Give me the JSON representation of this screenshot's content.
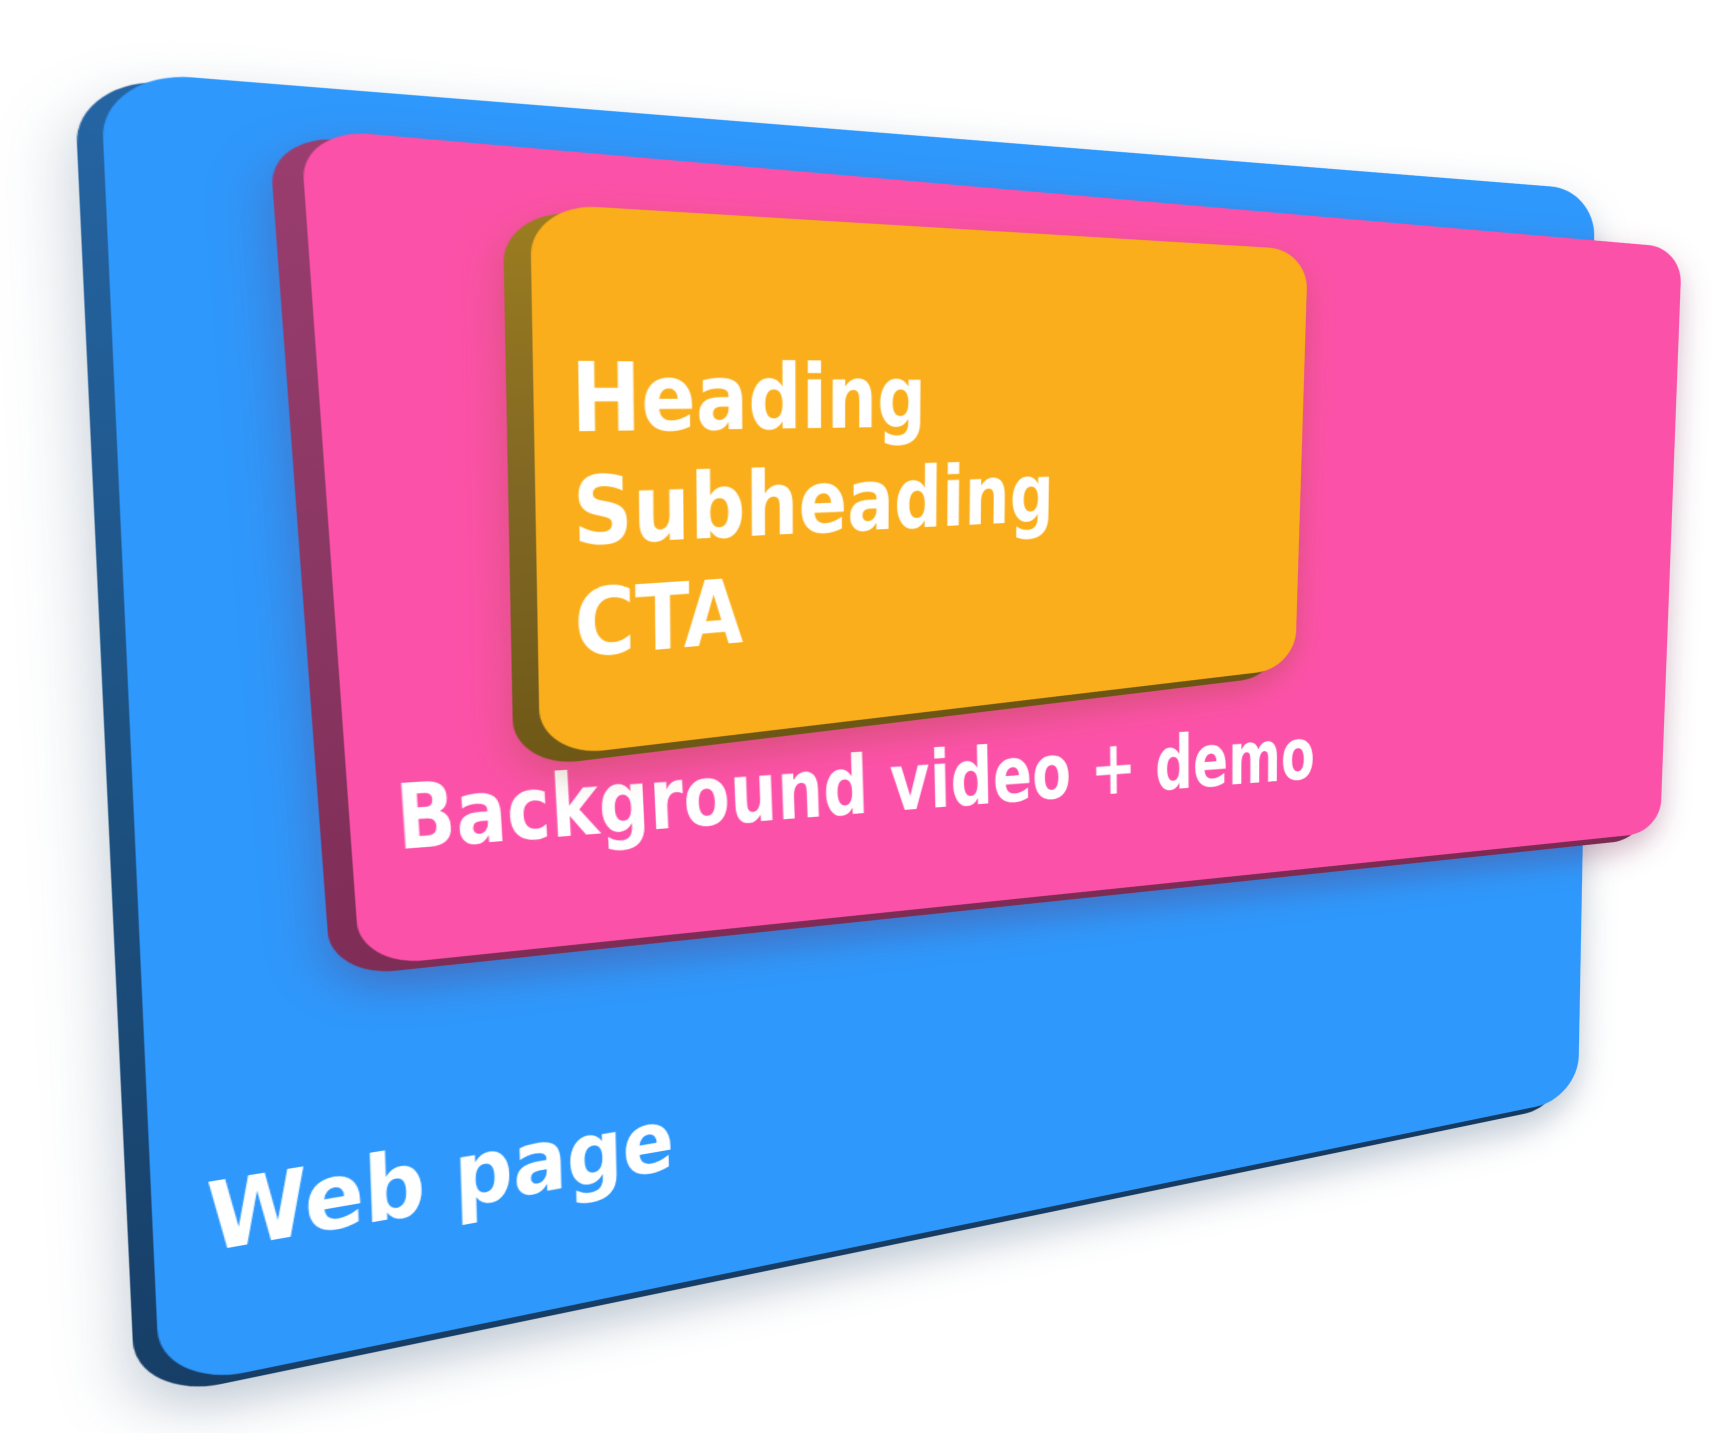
{
  "illustration": {
    "description": "3D stacked-layers diagram of a web page hero section",
    "background_color": "#FFFFFF",
    "text_color": "#FFFFFF",
    "layers": [
      {
        "id": "web-page",
        "label": "Web page",
        "face_color": "#2E98FC",
        "side_color": "#1D5282"
      },
      {
        "id": "background-video",
        "label": "Background video + demo",
        "face_color": "#FC51A8",
        "side_color": "#8A3763"
      },
      {
        "id": "hero-content",
        "label_lines": [
          "Heading",
          "Subheading",
          "CTA"
        ],
        "face_color": "#FAAE1B",
        "side_color": "#806724"
      }
    ]
  }
}
